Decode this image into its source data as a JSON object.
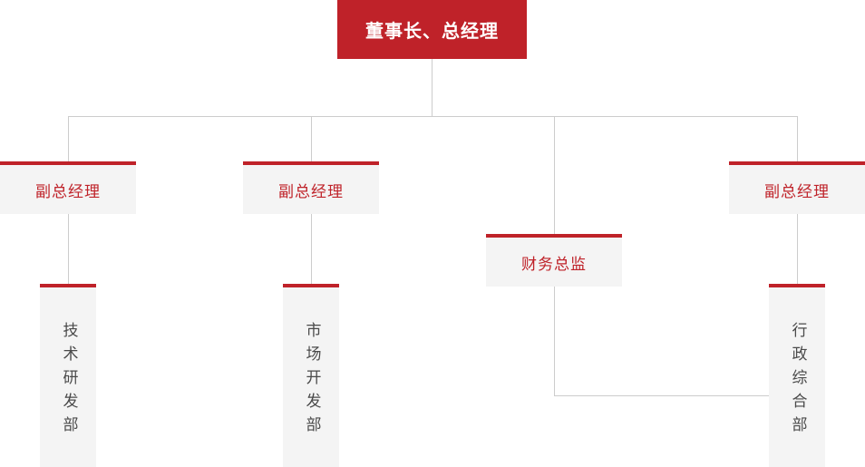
{
  "chart_title": "",
  "colors": {
    "brand_red": "#bf2229",
    "node_bg": "#f4f4f4",
    "line_gray": "#cccccc",
    "dept_text": "#4a4a4a",
    "root_text": "#ffffff"
  },
  "org": {
    "root": {
      "label": "董事长、总经理"
    },
    "level2": [
      {
        "label": "副总经理"
      },
      {
        "label": "副总经理"
      },
      {
        "label": "财务总监"
      },
      {
        "label": "副总经理"
      }
    ],
    "departments": [
      {
        "label": "技术研发部"
      },
      {
        "label": "市场开发部"
      },
      {
        "label": "行政综合部"
      }
    ]
  }
}
